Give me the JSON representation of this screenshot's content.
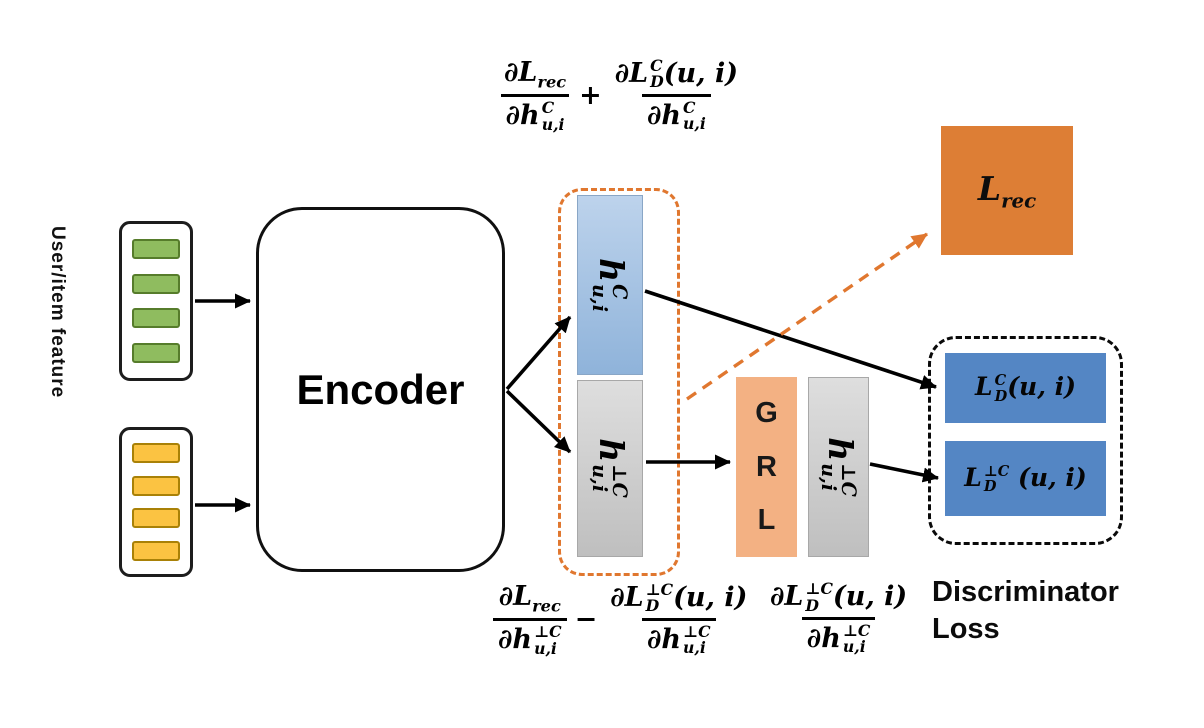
{
  "labels": {
    "feature_axis": "User/item feature",
    "encoder": "Encoder",
    "grl_letters": [
      "G",
      "R",
      "L"
    ],
    "discriminator_line1": "Discriminator",
    "discriminator_line2": "Loss"
  },
  "features": {
    "user_bar_count": 4,
    "item_bar_count": 4
  },
  "math": {
    "h_c": [
      "h",
      {
        "sup": "C",
        "sub": "u,i"
      }
    ],
    "h_perp": [
      "h",
      {
        "sup": "⊥C",
        "sub": "u,i"
      }
    ],
    "h_perp_after_grl": [
      "h",
      {
        "sup": "⊥C",
        "sub": "u,i"
      }
    ],
    "l_rec": [
      "L",
      {
        "sub": "rec"
      }
    ],
    "l_d_c": [
      "L",
      {
        "sup": "C",
        "sub": "D"
      },
      "(u, i)"
    ],
    "l_d_perp": [
      "L",
      {
        "sup": "⊥C",
        "sub": "D"
      },
      " (u, i)"
    ]
  },
  "formulas": {
    "top": {
      "left": {
        "num": [
          "∂L",
          {
            "sub": "rec"
          }
        ],
        "den": [
          "∂h",
          {
            "sup": "C",
            "sub": "u,i"
          }
        ]
      },
      "operator": "+",
      "right": {
        "num": [
          "∂L",
          {
            "sup": "C",
            "sub": "D"
          },
          "(u, i)"
        ],
        "den": [
          "∂h",
          {
            "sup": "C",
            "sub": "u,i"
          }
        ]
      }
    },
    "bottom_left": {
      "left": {
        "num": [
          "∂L",
          {
            "sub": "rec"
          }
        ],
        "den": [
          "∂h",
          {
            "sup": "⊥C",
            "sub": "u,i"
          }
        ]
      },
      "operator": "−",
      "right": {
        "num": [
          "∂L",
          {
            "sup": "⊥C",
            "sub": "D"
          },
          "(u, i)"
        ],
        "den": [
          "∂h",
          {
            "sup": "⊥C",
            "sub": "u,i"
          }
        ]
      }
    },
    "bottom_right": {
      "single": {
        "num": [
          "∂L",
          {
            "sup": "⊥C",
            "sub": "D"
          },
          "(u, i)"
        ],
        "den": [
          "∂h",
          {
            "sup": "⊥C",
            "sub": "u,i"
          }
        ]
      }
    }
  },
  "colors": {
    "green_bar": "#8fbc5f",
    "yellow_bar": "#fbc342",
    "blue_embedding": "#a3c3e6",
    "gray_embedding": "#cfcfcf",
    "orange_accent": "#e0772f",
    "grl_fill": "#f3b183",
    "lrec_fill": "#dd7e35",
    "loss_box_fill": "#5486c4"
  }
}
